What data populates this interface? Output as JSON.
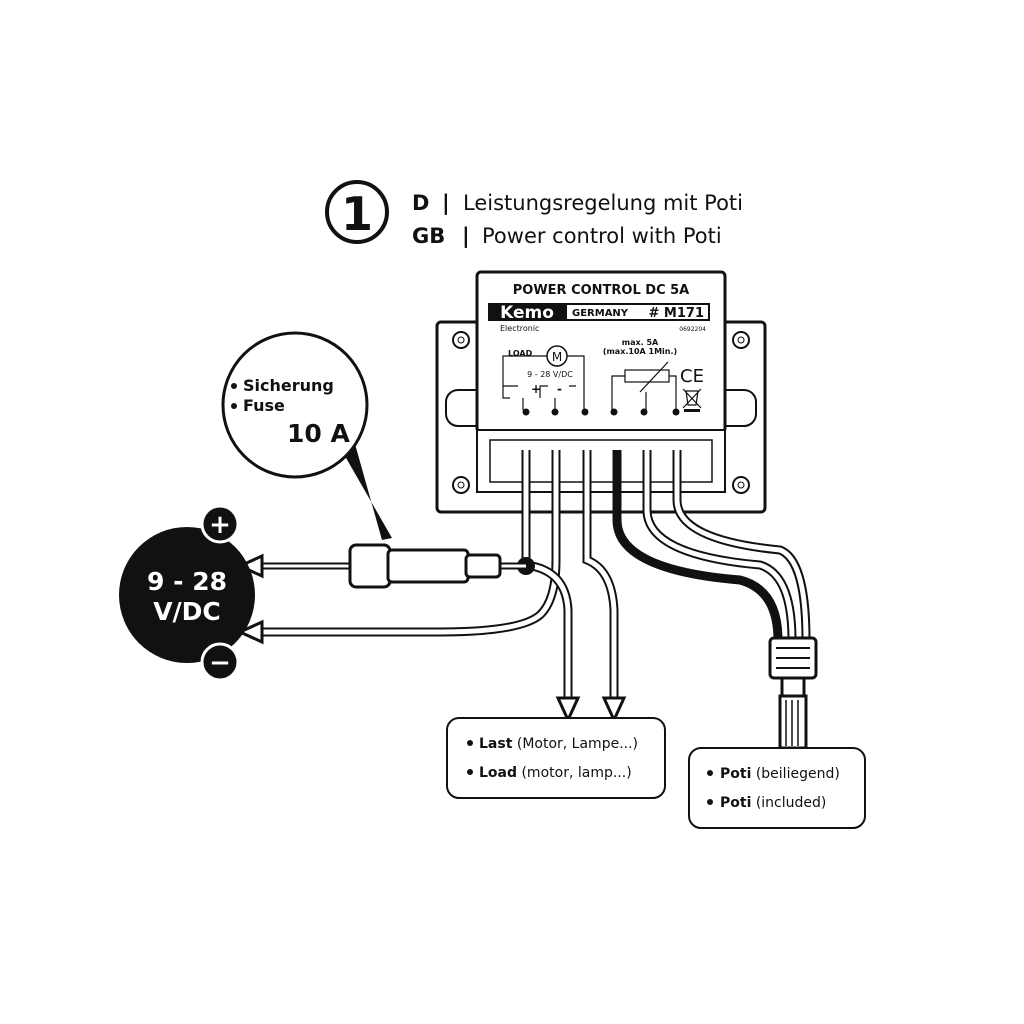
{
  "step": {
    "number": "1",
    "line_de_code": "D",
    "line_de": "Leistungsregelung mit Poti",
    "line_gb_code": "GB",
    "line_gb": "Power control with Poti",
    "sep": "|"
  },
  "module": {
    "title": "POWER CONTROL DC 5A",
    "brand": "Kemo",
    "brand_sub": "Electronic",
    "country": "GERMANY",
    "model": "# M171",
    "code": "0692204",
    "load_label": "LOAD",
    "motor_symbol": "M",
    "voltage": "9 - 28 V/DC",
    "plus": "+",
    "minus": "-",
    "max": "max. 5A",
    "max_peak": "(max.10A 1Min.)",
    "ce": "CE"
  },
  "fuse": {
    "line1": "Sicherung",
    "line2": "Fuse",
    "rating": "10 A"
  },
  "supply": {
    "line1": "9 - 28",
    "line2": "V/DC",
    "plus": "+",
    "minus": "−"
  },
  "load_box": {
    "items": [
      {
        "bold": "Last",
        "rest": "(Motor, Lampe...)"
      },
      {
        "bold": "Load",
        "rest": "(motor, lamp...)"
      }
    ]
  },
  "poti_box": {
    "items": [
      {
        "bold": "Poti",
        "rest": "(beiliegend)"
      },
      {
        "bold": "Poti",
        "rest": "(included)"
      }
    ]
  }
}
